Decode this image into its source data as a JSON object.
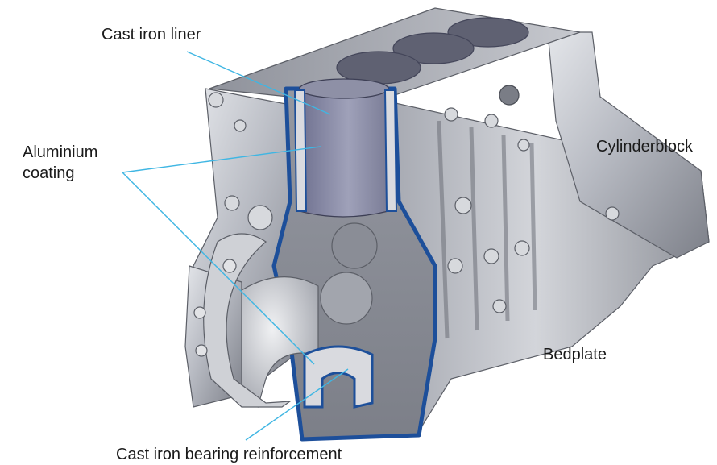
{
  "labels": {
    "cast_iron_liner": "Cast iron liner",
    "aluminium_coating_line1": "Aluminium",
    "aluminium_coating_line2": "coating",
    "cylinderblock": "Cylinderblock",
    "bedplate": "Bedplate",
    "cast_iron_bearing_reinforcement": "Cast iron bearing reinforcement"
  },
  "colors": {
    "leader_line": "#3fb6e3",
    "aluminium_body": "#b9bcc4",
    "cut_section": "#8d909a",
    "liner_bore": "#8f91a8",
    "section_edge": "#1d4f9a",
    "label_text": "#1a1a1a",
    "background": "#ffffff"
  }
}
